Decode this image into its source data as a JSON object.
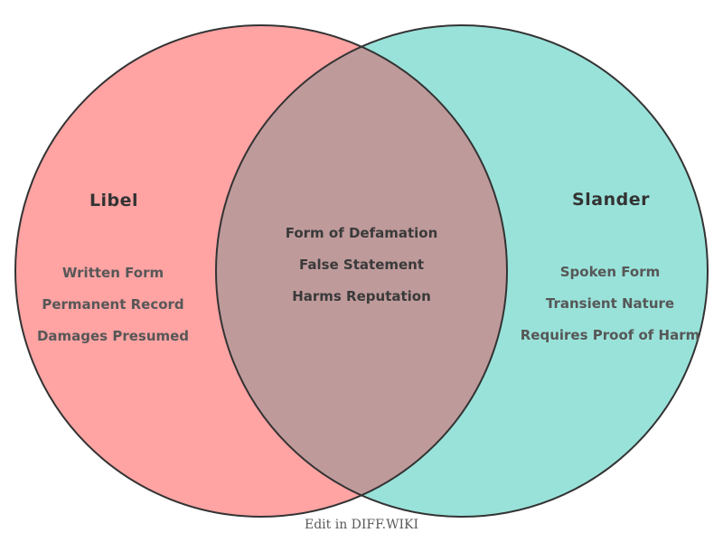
{
  "diagram": {
    "type": "venn",
    "stroke_color": "#333333",
    "left": {
      "title": "Libel",
      "fill": "#FFA3A3",
      "items": [
        "Written Form",
        "Permanent Record",
        "Damages Presumed"
      ]
    },
    "right": {
      "title": "Slander",
      "fill": "#99E2DA",
      "items": [
        "Spoken Form",
        "Transient Nature",
        "Requires Proof of Harm"
      ]
    },
    "overlap": {
      "fill": "#BF9A9B",
      "items": [
        "Form of Defamation",
        "False Statement",
        "Harms Reputation"
      ]
    }
  },
  "footer": {
    "edit_label": "Edit in DIFF.WIKI"
  }
}
